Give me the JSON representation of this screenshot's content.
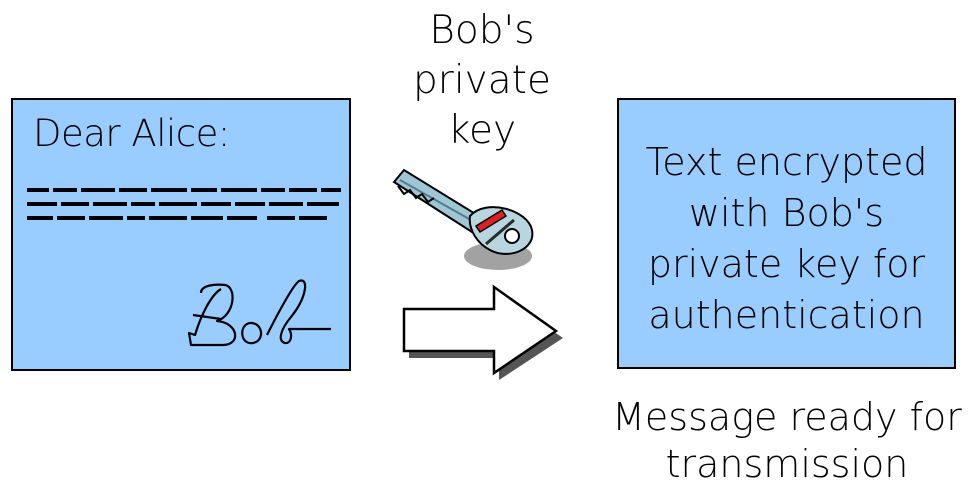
{
  "letter": {
    "greeting": "Dear Alice:"
  },
  "key_label": {
    "lines": [
      "Bob's",
      "private",
      "key"
    ]
  },
  "result_box": {
    "lines": [
      "Text encrypted",
      "with Bob's",
      "private key for",
      "authentication"
    ]
  },
  "caption": {
    "lines": [
      "Message ready for",
      "transmission"
    ]
  },
  "colors": {
    "box_fill": "#99ccff",
    "key_metal": "#8fb9c9",
    "key_accent": "#e02020"
  },
  "icons": [
    "letter-document",
    "signature-scribble",
    "key-icon",
    "right-arrow-icon"
  ]
}
